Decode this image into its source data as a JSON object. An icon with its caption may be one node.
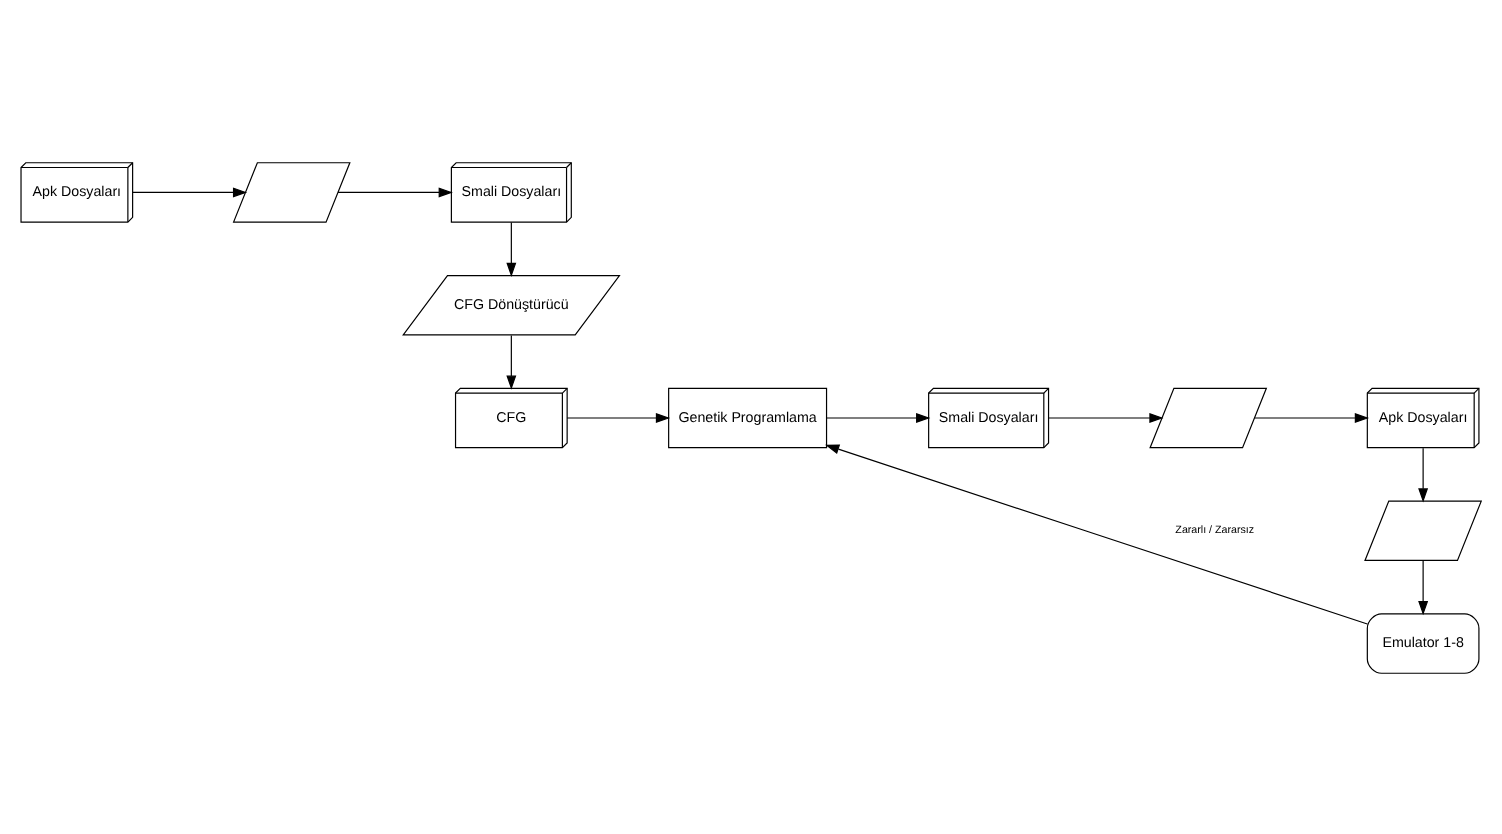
{
  "diagram": {
    "nodes": [
      {
        "text": [
          "Apk Dosyaları"
        ]
      },
      {
        "text": [],
        "shape": "parallelogram"
      },
      {
        "text": [
          "Smali Dosyaları"
        ]
      },
      {
        "text": [
          "CFG Dönüştürücü"
        ]
      },
      {
        "text": [
          "CFG"
        ]
      },
      {
        "text": [
          "Genetik Programlama"
        ]
      },
      {
        "text": [
          "Smali Dosyaları"
        ]
      },
      {
        "text": [],
        "shape": "parallelogram"
      },
      {
        "text": [
          "Apk Dosyaları"
        ]
      },
      {
        "text": [],
        "shape": "parallelogram"
      },
      {
        "text": [
          "Emulator 1-8"
        ]
      }
    ],
    "edges": [
      {
        "from": 0,
        "to": 1,
        "arrow": "to"
      },
      {
        "from": 1,
        "to": 2,
        "arrow": "to"
      },
      {
        "from": 2,
        "to": 3,
        "arrow": "to"
      },
      {
        "from": 3,
        "to": 4,
        "arrow": "to"
      },
      {
        "from": 4,
        "to": 5,
        "arrow": "to"
      },
      {
        "from": 5,
        "to": 6,
        "arrow": "to"
      },
      {
        "from": 6,
        "to": 7,
        "arrow": "to"
      },
      {
        "from": 7,
        "to": 8,
        "arrow": "to"
      },
      {
        "from": 8,
        "to": 9,
        "arrow": "to"
      },
      {
        "from": 9,
        "to": 10,
        "arrow": "to"
      },
      {
        "from": 10,
        "to": 5,
        "label": "Zararlı / Zararsız",
        "arrow": "to"
      }
    ]
  }
}
